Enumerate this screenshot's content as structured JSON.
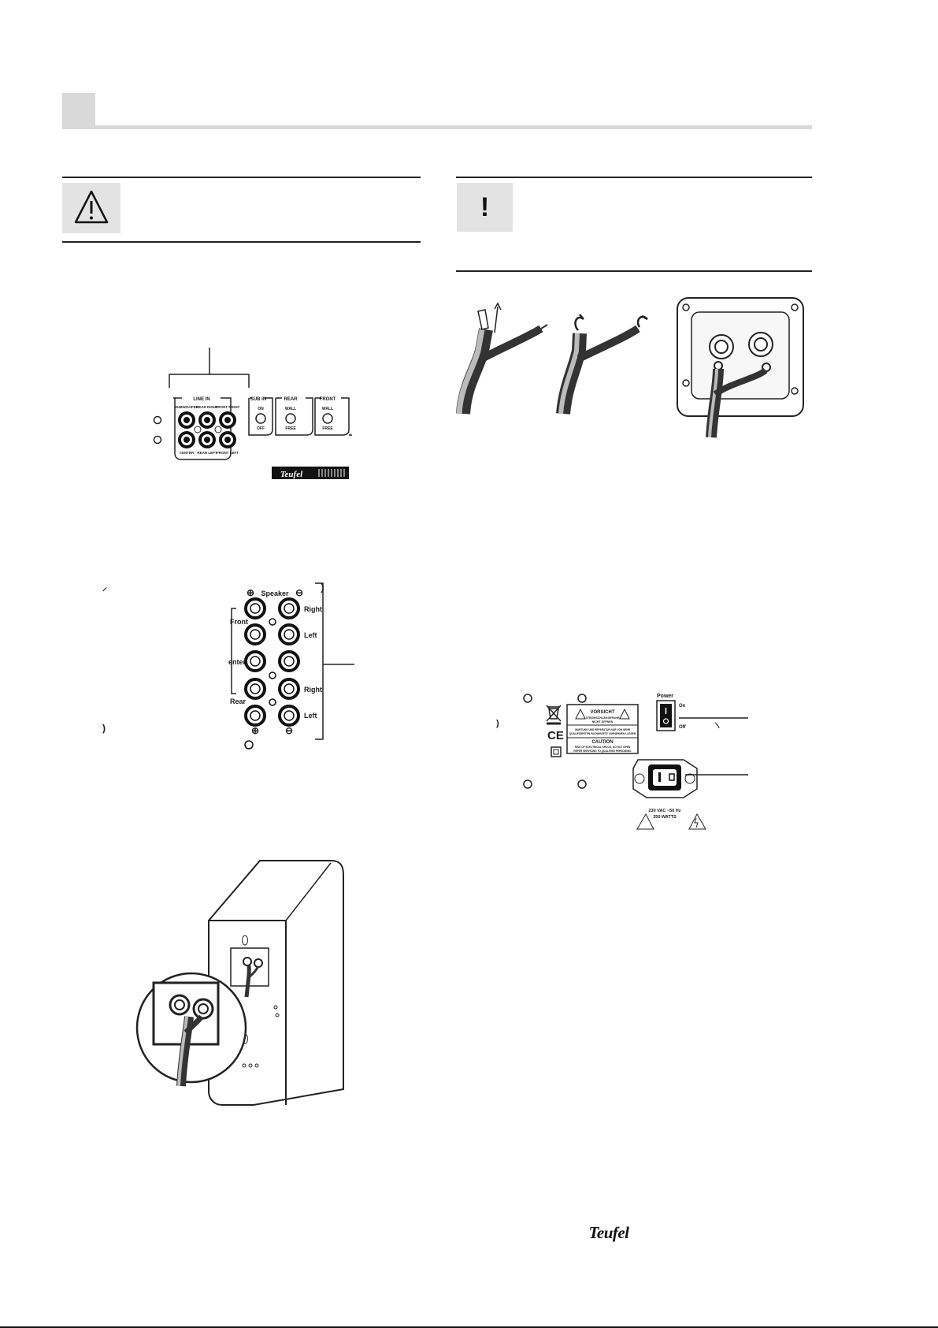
{
  "brand": {
    "logo_text": "Teufel"
  },
  "warning_box": {
    "icon": "warning-triangle-icon"
  },
  "notice_box": {
    "icon": "exclamation-icon",
    "glyph": "!"
  },
  "amp_panel": {
    "line_in_label": "LINE IN",
    "line_in_inputs": [
      "SUBWOOFER",
      "REAR RIGHT",
      "FRONT RIGHT",
      "CENTER",
      "REAR LEFT",
      "FRONT LEFT"
    ],
    "sub_in": {
      "label": "SUB IN",
      "on": "ON",
      "off": "OFF"
    },
    "rear": {
      "label": "REAR",
      "top": "WALL",
      "bottom": "FREE"
    },
    "front": {
      "label": "FRONT",
      "top": "WALL",
      "bottom": "FREE"
    }
  },
  "speaker_terminals": {
    "header": "Speaker",
    "plus": "⊕",
    "minus": "⊖",
    "front": "Front",
    "center": "enter",
    "rear": "Rear",
    "right": "Right",
    "left": "Left",
    "mark_top": "⸝",
    "mark_bottom": ")"
  },
  "power_panel": {
    "power_label": "Power",
    "on": "On",
    "off": "Off",
    "vorsicht_title": "VORSICHT",
    "vorsicht_line1": "STROMSCHLAGGEFAHR",
    "vorsicht_line2": "NICHT ÖFFNEN",
    "vorsicht_body1": "WARTUNG UND REPARATUR NUR VON SEHR",
    "vorsicht_body2": "QUALIFIZIERTEN FACHKRÄFTE VORNEHMEN LASSEN",
    "caution_title": "CAUTION",
    "caution_body1": "RISK OF ELECTRICAL SHOCK, DO NOT OPEN",
    "caution_body2": "REFER SERVICING TO QUALIFIED PERSONNEL",
    "ce_mark": "CE",
    "mains_rating": "230 VAC ~50 Hz",
    "wattage": "350 WATTS",
    "side_mark": ")"
  }
}
